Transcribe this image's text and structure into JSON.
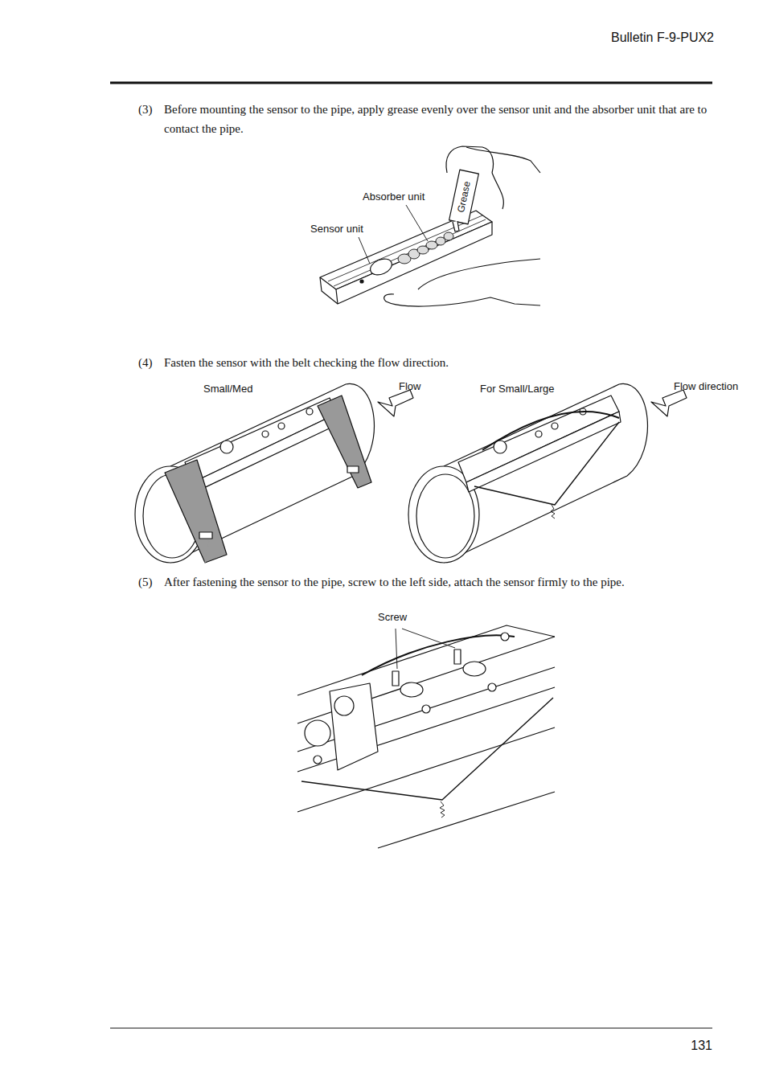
{
  "diagram": {
    "labels": [
      "Bulletin F-9-PUX2",
      "(3)",
      "Before mounting the sensor to the pipe, apply grease evenly over the sensor unit and the absorber unit that are to contact the pipe.",
      "Absorber unit",
      "Grease",
      "Sensor unit",
      "(4)",
      "Fasten the sensor with the belt checking the flow direction.",
      "Small/Med",
      "Flow",
      "For Small/Large",
      "Flow direction",
      "(5)",
      "After fastening the sensor to the pipe, screw to the left side, attach the sensor firmly to the pipe.",
      "Screw",
      "131"
    ]
  }
}
